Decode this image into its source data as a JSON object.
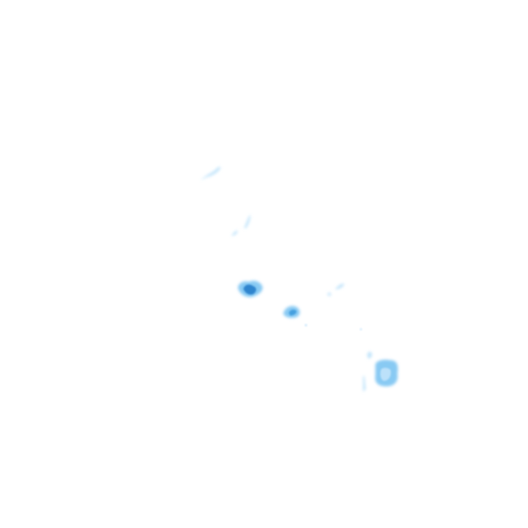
{
  "map": {
    "kind": "weather-radar-precipitation-overlay",
    "background_color": "#ffffff",
    "palette": {
      "light": "#bfe3fb",
      "medium": "#7cc4f2",
      "strong": "#3b98dc",
      "core": "#1f78c8"
    },
    "echoes": [
      {
        "id": "echo-1",
        "intensity": "light"
      },
      {
        "id": "echo-2",
        "intensity": "light"
      },
      {
        "id": "echo-3",
        "intensity": "light"
      },
      {
        "id": "echo-4",
        "intensity": "strong"
      },
      {
        "id": "echo-5",
        "intensity": "medium"
      },
      {
        "id": "echo-6",
        "intensity": "light"
      },
      {
        "id": "echo-7",
        "intensity": "light"
      },
      {
        "id": "echo-8",
        "intensity": "light"
      },
      {
        "id": "echo-9",
        "intensity": "medium"
      },
      {
        "id": "echo-10",
        "intensity": "light"
      }
    ]
  }
}
